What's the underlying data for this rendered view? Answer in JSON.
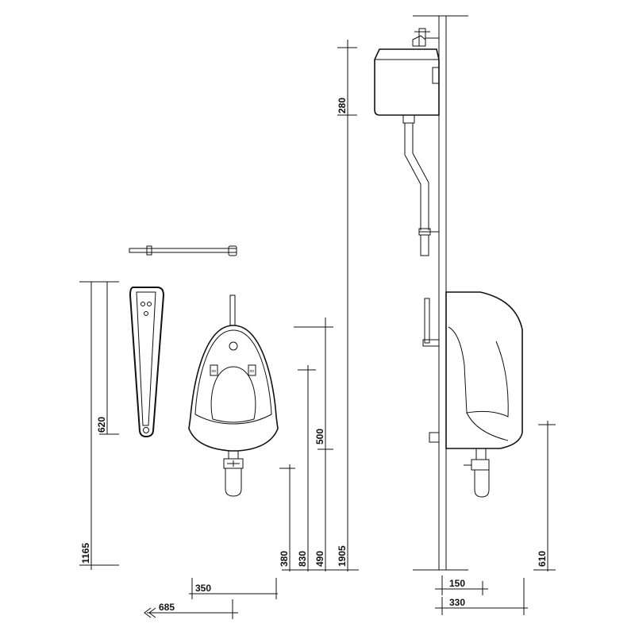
{
  "dimensions": {
    "d1165": "1165",
    "d620": "620",
    "d380": "380",
    "d830": "830",
    "d490": "490",
    "d500": "500",
    "d1905": "1905",
    "d280": "280",
    "d350": "350",
    "d685": "685",
    "d150": "150",
    "d330": "330",
    "d610": "610"
  },
  "icons": {
    "offset_arrow": "double-left-arrow",
    "tap": "tap-icon"
  },
  "colors": {
    "line": "#111111",
    "background": "#ffffff"
  }
}
